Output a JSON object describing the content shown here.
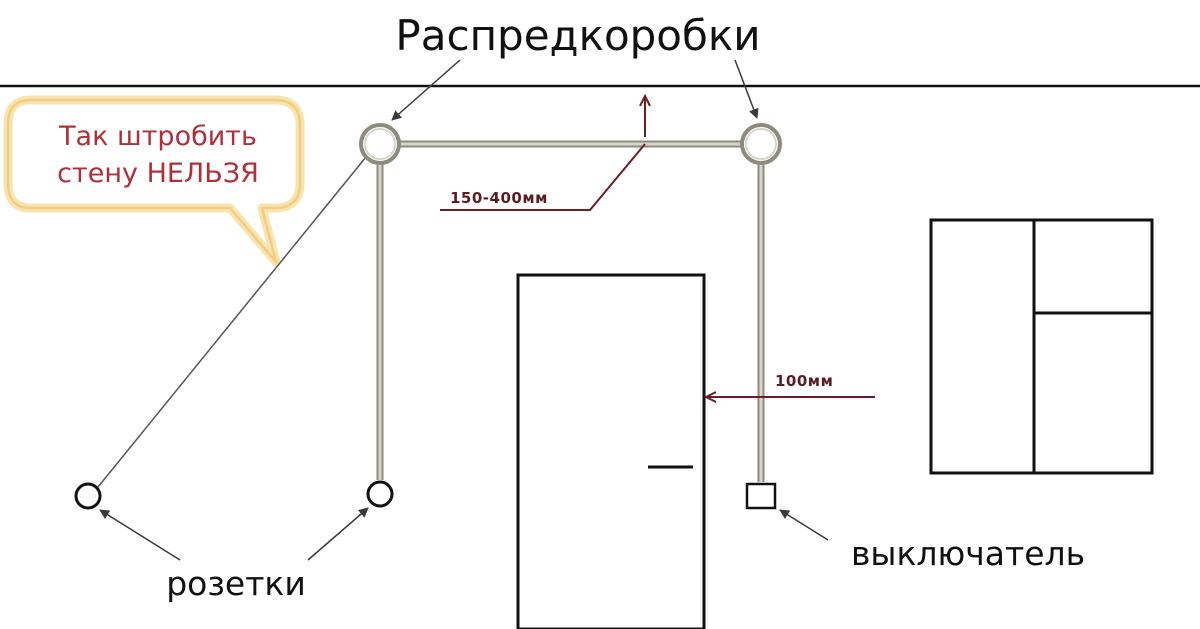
{
  "labels": {
    "junction_boxes": "Распредкоробки",
    "warning_line1": "Так  штробить",
    "warning_line2": "стену НЕЛЬЗЯ",
    "dim_ceiling": "150-400мм",
    "dim_door": "100мм",
    "sockets": "розетки",
    "switch": "выключатель"
  },
  "colors": {
    "wire": "#b9b6a8",
    "wire_edge": "#8d8a7e",
    "outline": "#111111",
    "dimension": "#6b1f24",
    "warning_text": "#b0303a",
    "callout_border": "#f2cf80",
    "callout_glow": "#f8e4b0",
    "leader": "#3a3a3a"
  }
}
